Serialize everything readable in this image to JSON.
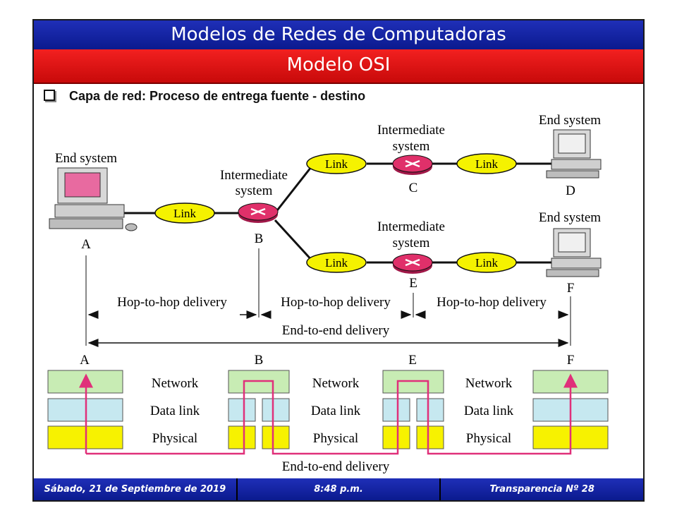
{
  "header": {
    "title": "Modelos de Redes de Computadoras",
    "subtitle": "Modelo OSI"
  },
  "bullet": "Capa de red: Proceso de entrega fuente - destino",
  "diagram": {
    "end_system_label": "End system",
    "intermediate_label_line1": "Intermediate",
    "intermediate_label_line2": "system",
    "link_label": "Link",
    "nodes": {
      "a": "A",
      "b": "B",
      "c": "C",
      "d": "D",
      "e": "E",
      "f": "F"
    },
    "hop_to_hop": "Hop-to-hop delivery",
    "end_to_end": "End-to-end delivery",
    "layers": {
      "network": "Network",
      "data_link": "Data link",
      "physical": "Physical"
    },
    "colors": {
      "network": "#c8ecb4",
      "data_link": "#c6e8f0",
      "physical": "#f7f200",
      "route": "#e0307a",
      "link_oval": "#f5f200",
      "router": "#e0306a"
    }
  },
  "footer": {
    "date": "Sábado, 21 de Septiembre de 2019",
    "time": "8:48 p.m.",
    "slide": "Transparencia Nº 28"
  }
}
